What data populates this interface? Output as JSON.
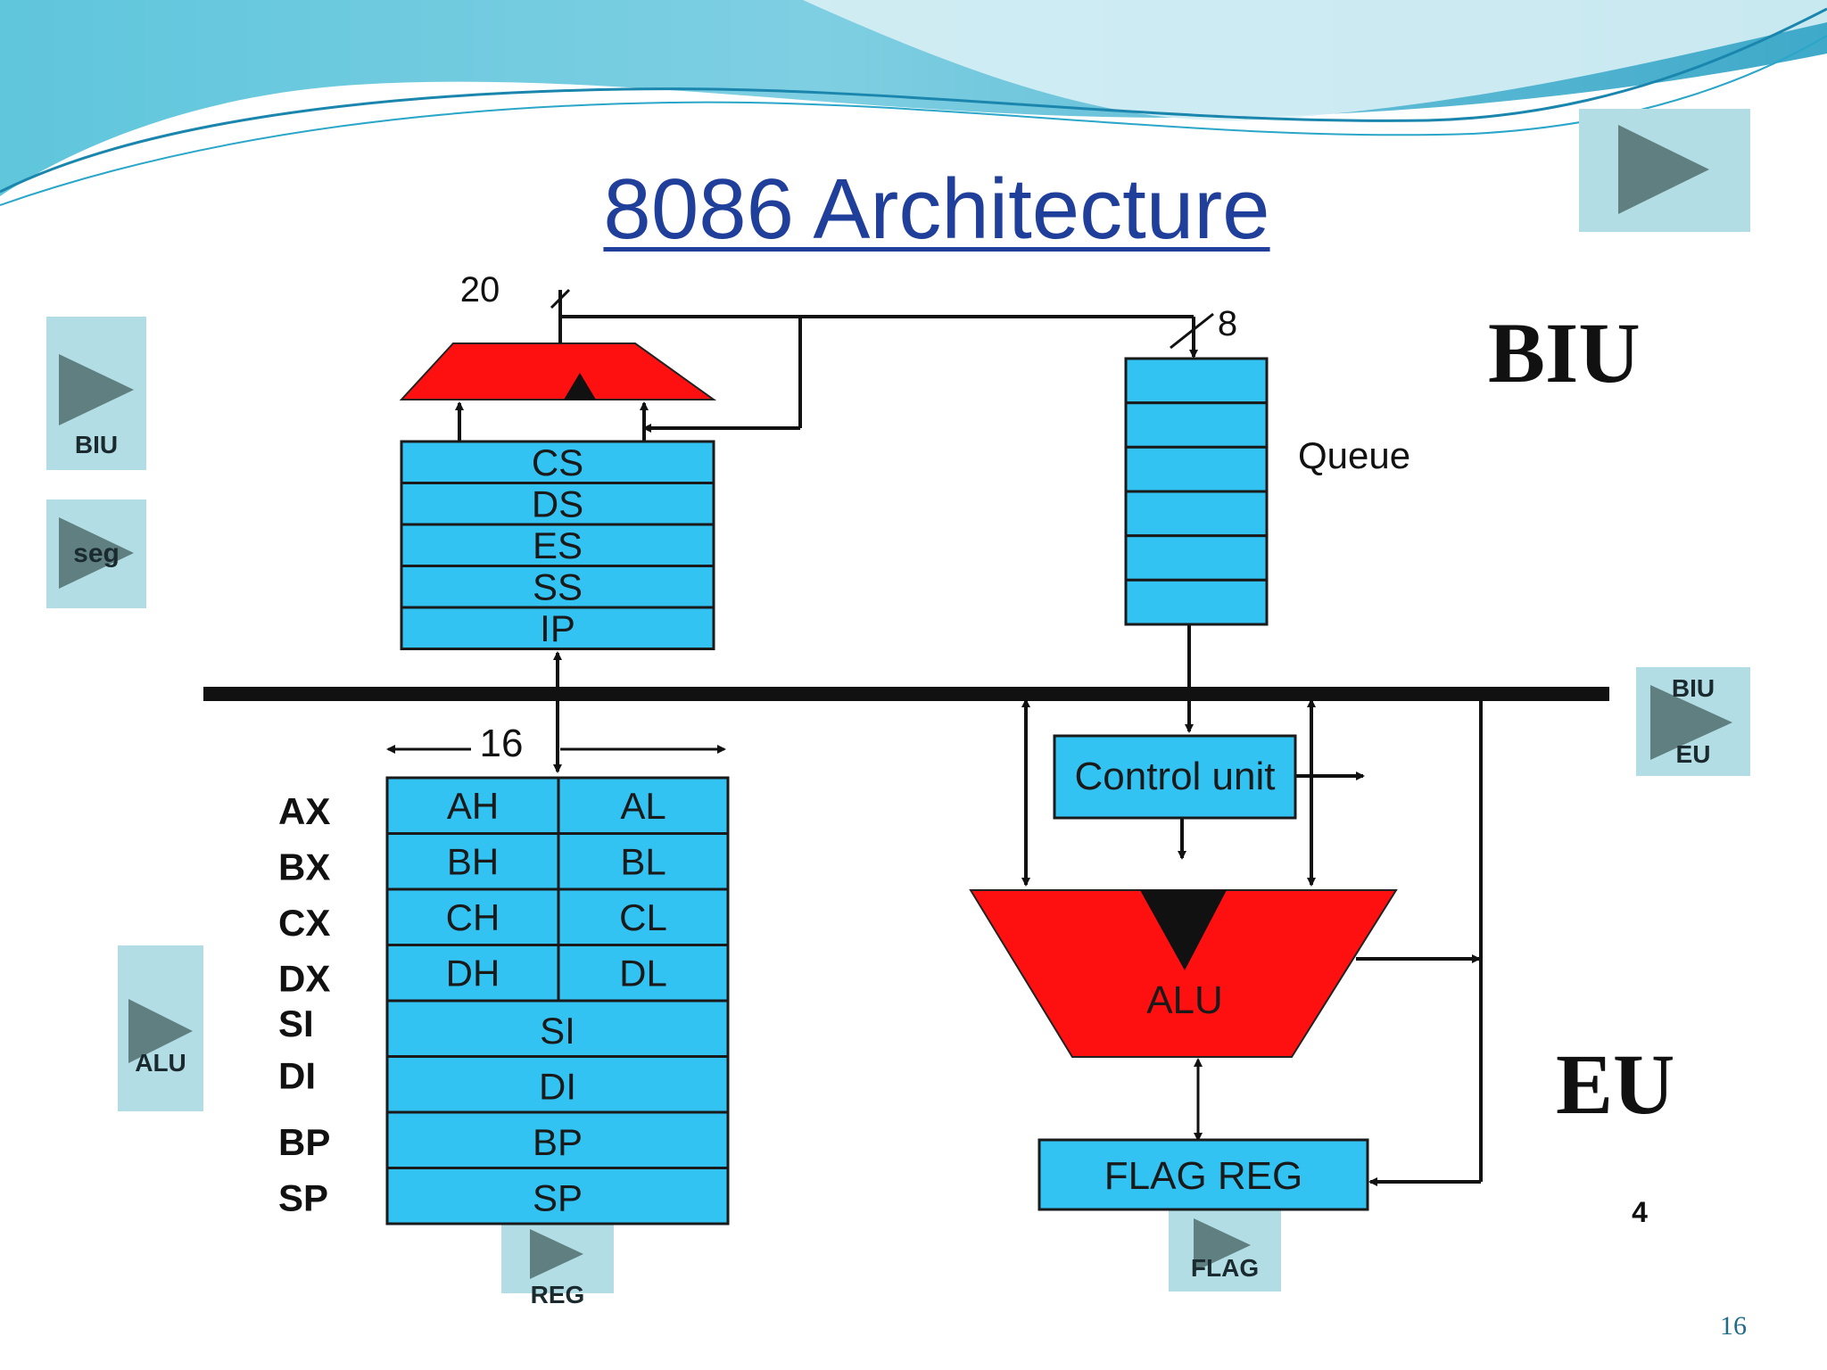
{
  "slide": {
    "title": "8086 Architecture",
    "page_number": "16",
    "biu_label": "BIU",
    "eu_label": "EU"
  },
  "nav_buttons": {
    "next": "",
    "biu": "BIU",
    "seg": "seg",
    "biu_eu_top": "BIU",
    "biu_eu_bottom": "EU",
    "alu": "ALU",
    "reg": "REG",
    "flag": "FLAG"
  },
  "diagram": {
    "address_width": "20",
    "queue_width": "8",
    "bus_width": "16",
    "flag_width": "4",
    "segment_registers": [
      "CS",
      "DS",
      "ES",
      "SS",
      "IP"
    ],
    "queue_label": "Queue",
    "general_registers": [
      {
        "name": "AX",
        "high": "AH",
        "low": "AL"
      },
      {
        "name": "BX",
        "high": "BH",
        "low": "BL"
      },
      {
        "name": "CX",
        "high": "CH",
        "low": "CL"
      },
      {
        "name": "DX",
        "high": "DH",
        "low": "DL"
      }
    ],
    "pointer_registers": [
      {
        "name": "SI",
        "cell": "SI"
      },
      {
        "name": "DI",
        "cell": "DI"
      },
      {
        "name": "BP",
        "cell": "BP"
      },
      {
        "name": "SP",
        "cell": "SP"
      }
    ],
    "control_unit": "Control unit",
    "alu": "ALU",
    "flag_reg": "FLAG REG"
  },
  "colors": {
    "register_fill": "#33c3f2",
    "alu_fill": "#ff1010",
    "button_bg": "#b3dde4",
    "title": "#1f3f9a"
  }
}
